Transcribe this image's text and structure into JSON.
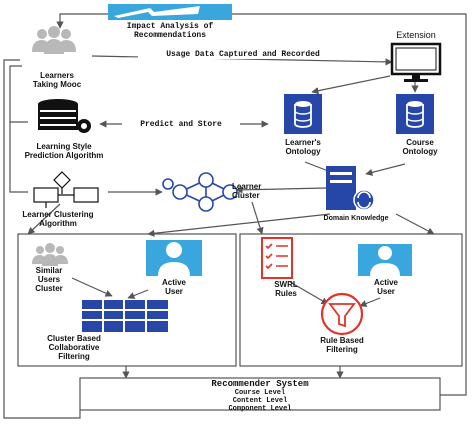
{
  "colors": {
    "blue_dark": "#2647a8",
    "blue_light": "#3aa6de",
    "icon_gray": "#b8b8b8",
    "red": "#e3322b",
    "black": "#111111",
    "line": "#555555"
  },
  "nodes": {
    "impact": {
      "line1": "Impact Analysis of",
      "line2": "Recommendations",
      "icon": "chart-banner-icon"
    },
    "learners": {
      "line1": "Learners",
      "line2": "Taking Mooc",
      "icon": "people-group-icon"
    },
    "extension": {
      "label": "Extension",
      "icon": "monitor-icon"
    },
    "learners_ontology": {
      "line1": "Learner's",
      "line2": "Ontology",
      "icon": "database-icon"
    },
    "course_ontology": {
      "line1": "Course",
      "line2": "Ontology",
      "icon": "database-icon"
    },
    "learning_style": {
      "line1": "Learning Style",
      "line2": "Prediction Algorithm",
      "icon": "server-gear-icon"
    },
    "clustering": {
      "line1": "Learner Clustering",
      "line2": "Algorithm",
      "icon": "flowchart-icon"
    },
    "learner_cluster": {
      "line1": "Learner",
      "line2": "Cluster",
      "icon": "network-cluster-icon"
    },
    "domain_knowledge": {
      "label": "Domain Knowledge",
      "icon": "server-sync-icon"
    },
    "similar_users": {
      "line1": "Similar",
      "line2": "Users",
      "line3": "Cluster",
      "icon": "people-group-icon"
    },
    "active_user_left": {
      "line1": "Active",
      "line2": "User",
      "icon": "user-icon"
    },
    "cluster_filtering": {
      "line1": "Cluster Based",
      "line2": "Collaborative",
      "line3": "Filtering",
      "icon": "matrix-icon"
    },
    "swrl": {
      "line1": "SWRL",
      "line2": "Rules",
      "icon": "checklist-icon"
    },
    "active_user_right": {
      "line1": "Active",
      "line2": "User",
      "icon": "user-icon"
    },
    "rule_filtering": {
      "line1": "Rule Based",
      "line2": "Filtering",
      "icon": "filter-funnel-icon"
    },
    "recommender": {
      "title": "Recommender System",
      "line1": "Course Level",
      "line2": "Content Level",
      "line3": "Component Level"
    }
  },
  "edges": {
    "usage": "Usage Data Captured and Recorded",
    "predict": "Predict and Store"
  }
}
